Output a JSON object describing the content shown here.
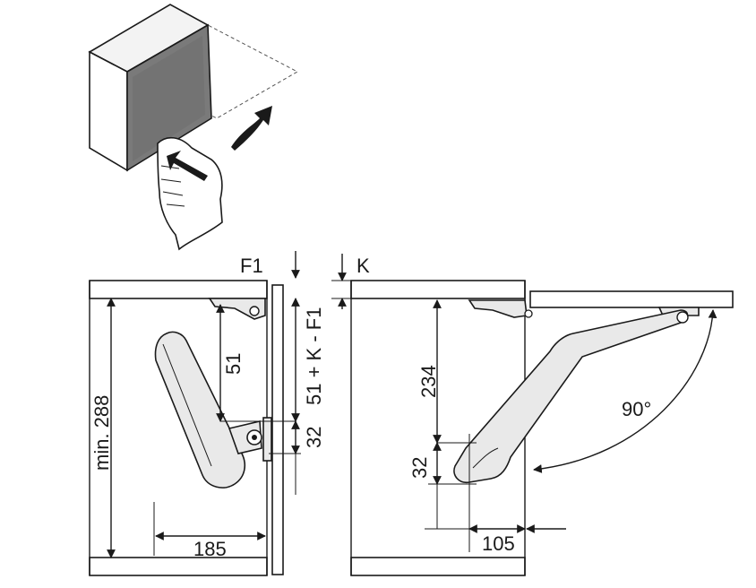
{
  "labels": {
    "f1": "F1",
    "k": "K",
    "min_height": "min. 288",
    "dim_51": "51",
    "dim_51_k_f1": "51 + K - F1",
    "dim_32_left": "32",
    "dim_185": "185",
    "dim_234": "234",
    "dim_32_right": "32",
    "dim_105": "105",
    "angle": "90°"
  }
}
